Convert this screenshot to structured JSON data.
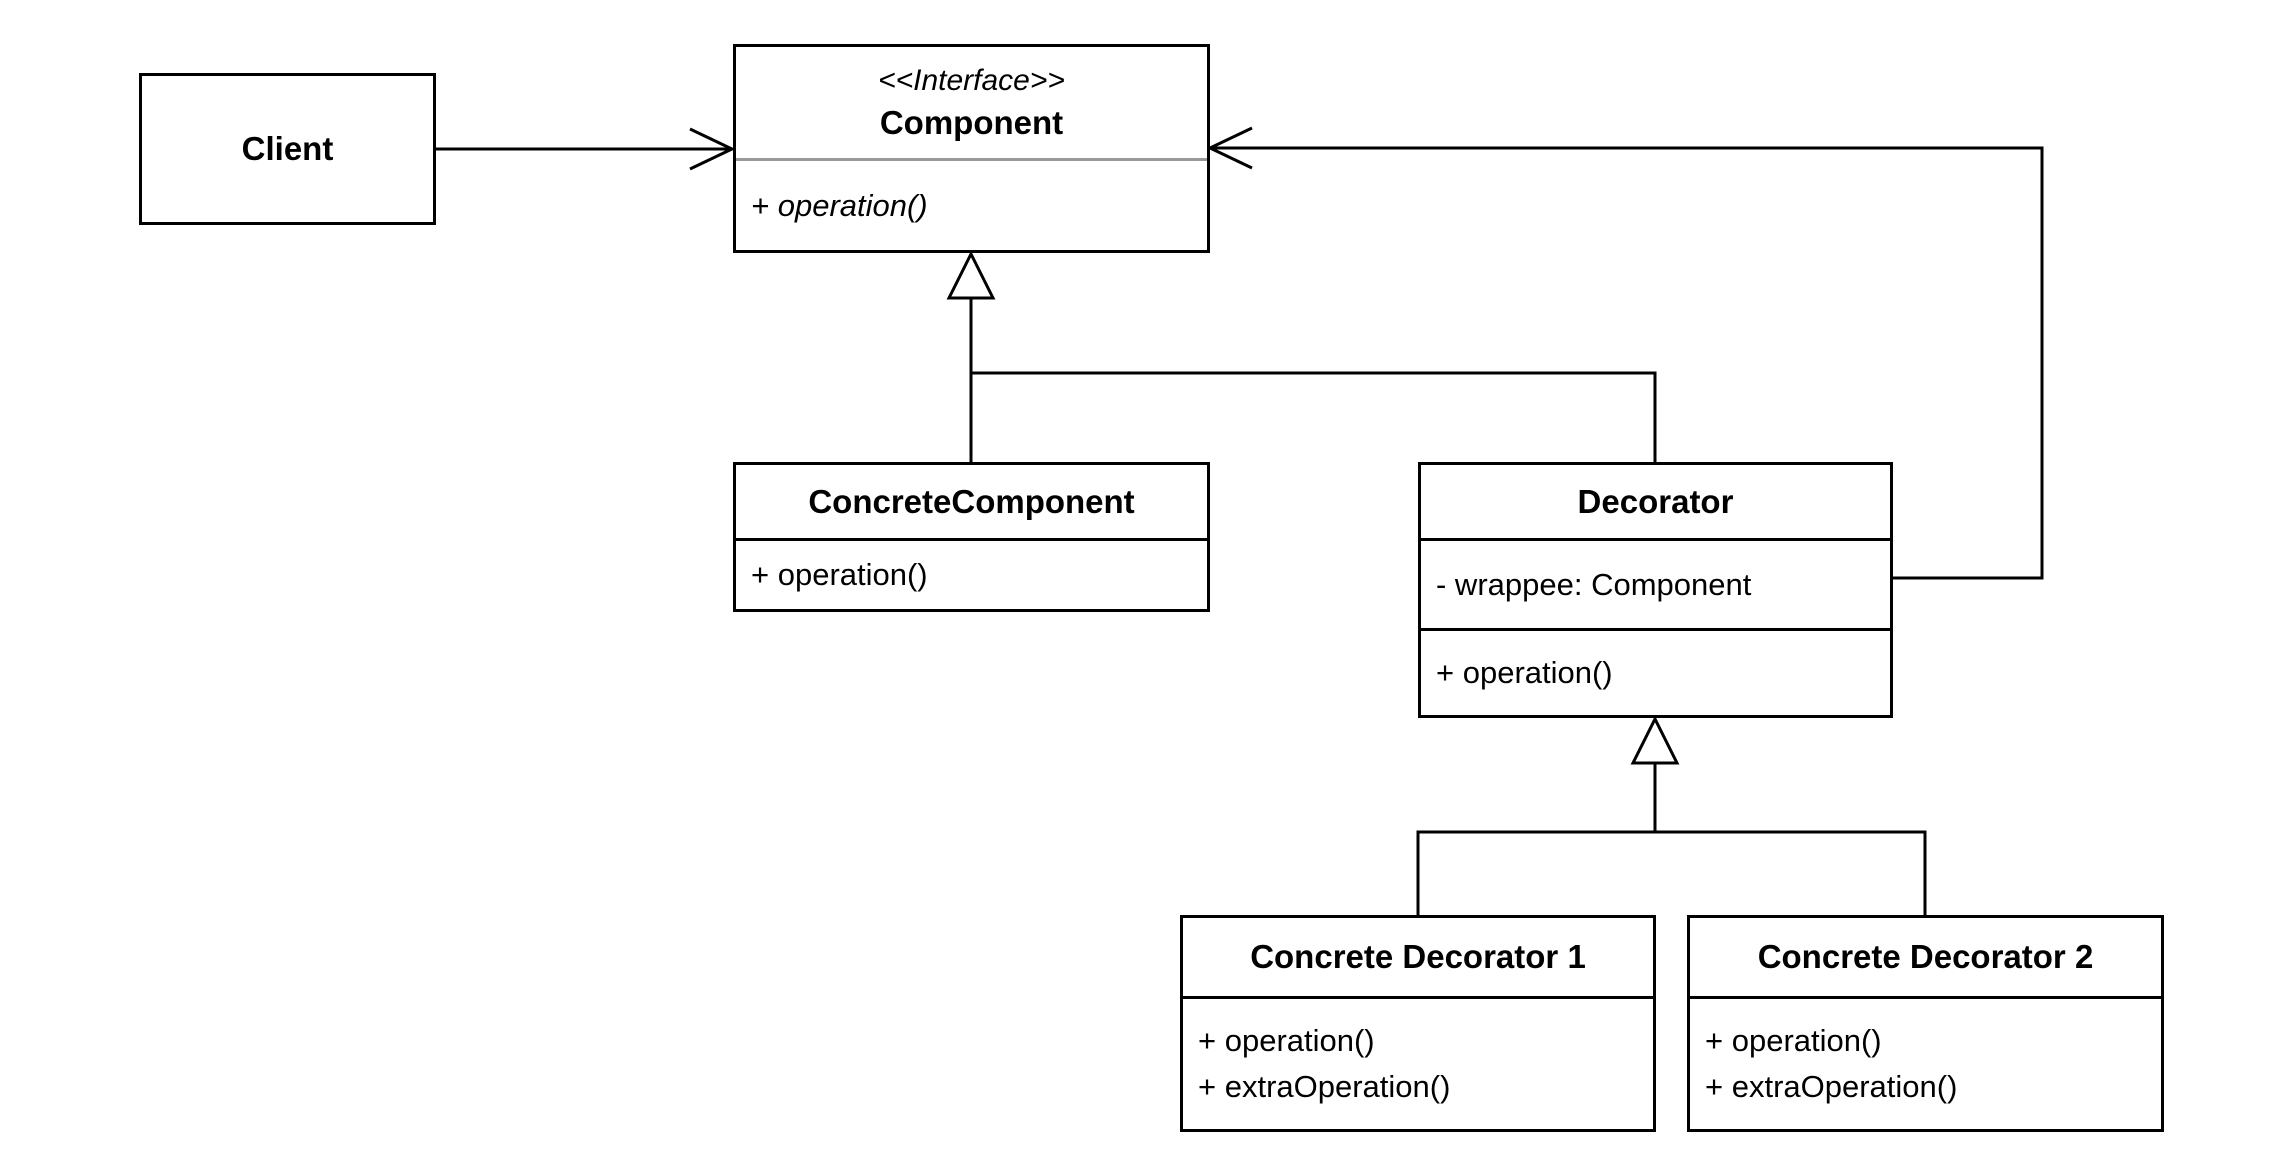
{
  "diagram": {
    "kind": "uml-class-diagram",
    "pattern": "Decorator",
    "background_color": "#ffffff",
    "line_color": "#000000",
    "interface_divider_color": "#999999",
    "nodes": {
      "client": {
        "name": "Client"
      },
      "component": {
        "stereotype": "<<Interface>>",
        "name": "Component",
        "methods": [
          "+ operation()"
        ]
      },
      "concrete_component": {
        "name": "ConcreteComponent",
        "methods": [
          "+ operation()"
        ]
      },
      "decorator": {
        "name": "Decorator",
        "attributes": [
          "- wrappee: Component"
        ],
        "methods": [
          "+ operation()"
        ]
      },
      "concrete_decorator_1": {
        "name": "Concrete Decorator 1",
        "methods": [
          "+ operation()",
          "+ extraOperation()"
        ]
      },
      "concrete_decorator_2": {
        "name": "Concrete Decorator 2",
        "methods": [
          "+ operation()",
          "+ extraOperation()"
        ]
      }
    },
    "edges": [
      {
        "from": "Client",
        "to": "Component",
        "type": "association",
        "arrowhead": "open"
      },
      {
        "from": "Decorator",
        "to": "Component",
        "type": "association",
        "arrowhead": "open",
        "meaning": "wrappee reference"
      },
      {
        "from": "ConcreteComponent",
        "to": "Component",
        "type": "generalization",
        "arrowhead": "hollow-triangle"
      },
      {
        "from": "Decorator",
        "to": "Component",
        "type": "generalization",
        "arrowhead": "hollow-triangle"
      },
      {
        "from": "Concrete Decorator 1",
        "to": "Decorator",
        "type": "generalization",
        "arrowhead": "hollow-triangle"
      },
      {
        "from": "Concrete Decorator 2",
        "to": "Decorator",
        "type": "generalization",
        "arrowhead": "hollow-triangle"
      }
    ]
  }
}
